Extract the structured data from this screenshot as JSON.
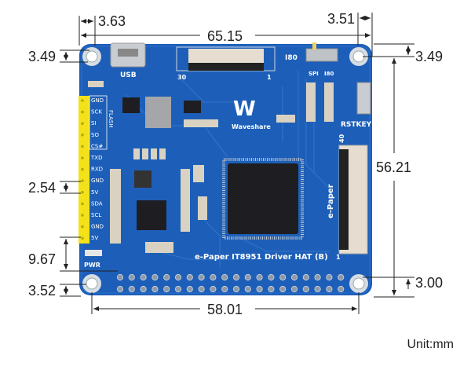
{
  "dimensions": {
    "top_left_offset": "3.63",
    "total_width": "65.15",
    "top_right_offset": "3.51",
    "left_top_hole": "3.49",
    "right_top_hole": "3.49",
    "total_height": "56.21",
    "pin_pitch": "2.54",
    "pin_to_header": "9.67",
    "left_bottom_hole": "3.52",
    "right_bottom_hole": "3.00",
    "bottom_hole_spacing": "58.01"
  },
  "unit_label": "Unit:mm",
  "board": {
    "title": "e-Paper IT8951 Driver HAT (B)",
    "brand": "Waveshare",
    "usb_label": "USB",
    "i80_label": "I80",
    "spi_label": "SPI",
    "i80_switch_label": "I80",
    "fpc_left": "30",
    "fpc_right": "1",
    "rstkey_label": "RSTKEY",
    "epaper_label": "e-Paper",
    "epaper_pin_top": "40",
    "epaper_pin_bottom": "1",
    "pwr_label": "PWR",
    "flash_label": "FLASH",
    "pins": [
      "GND",
      "SCK",
      "SI",
      "SO",
      "CS#",
      "TXD",
      "RXD",
      "GND",
      "5V",
      "SDA",
      "SCL",
      "GND",
      "5V"
    ],
    "colors": {
      "pcb": "#1d5fb8",
      "header": "#f3e21a",
      "chip": "#1e1e22"
    }
  }
}
